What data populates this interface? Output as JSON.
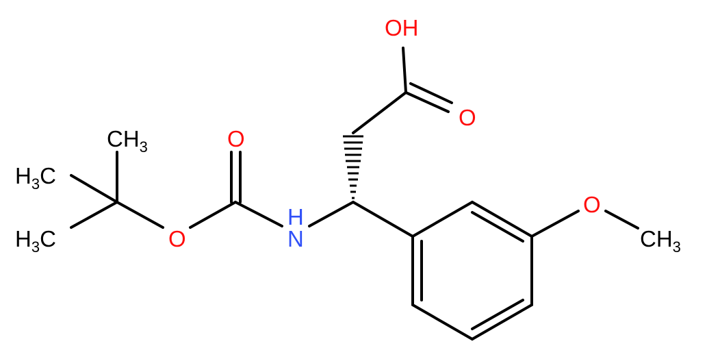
{
  "colors": {
    "carbon": "#000000",
    "oxygen": "#ff0d0d",
    "nitrogen": "#3050f8",
    "background": "#ffffff"
  },
  "labels": {
    "hydroxyl": "OH",
    "carbonyl_acid": "O",
    "carbonyl_boc": "O",
    "ester_oxygen": "O",
    "amine": "N",
    "amine_h": "H",
    "methoxy_oxygen": "O",
    "methyl_top": {
      "main": "CH",
      "sub": "3"
    },
    "methyl_left_upper": {
      "pre": "H",
      "sub": "3",
      "post": "C"
    },
    "methyl_left_lower": {
      "pre": "H",
      "sub": "3",
      "post": "C"
    },
    "methoxy_methyl": {
      "main": "CH",
      "sub": "3"
    }
  }
}
